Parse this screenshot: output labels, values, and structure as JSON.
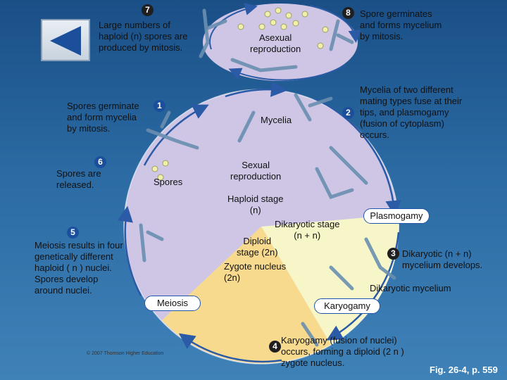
{
  "steps": {
    "s1": {
      "number": "1",
      "lines": [
        "Spores germinate",
        "and form mycelia",
        "by mitosis."
      ]
    },
    "s2": {
      "number": "2",
      "lines": [
        "Mycelia of two different",
        "mating types fuse at their",
        "tips, and plasmogamy",
        "(fusion of cytoplasm)",
        "occurs."
      ]
    },
    "s3": {
      "number": "3",
      "lines": [
        "Dikaryotic (n + n)",
        "mycelium develops."
      ]
    },
    "s4": {
      "number": "4",
      "lines": [
        "Karyogamy (fusion of nuclei)",
        "occurs, forming a diploid (2 n )",
        "zygote nucleus."
      ]
    },
    "s5": {
      "number": "5",
      "lines": [
        "Meiosis results in four",
        "genetically different",
        "haploid ( n ) nuclei.",
        "Spores develop",
        "around nuclei."
      ]
    },
    "s6": {
      "number": "6",
      "lines": [
        "Spores are",
        "released."
      ]
    },
    "s7": {
      "number": "7",
      "lines": [
        "Large numbers of",
        "haploid (n) spores are",
        "produced by mitosis."
      ]
    },
    "s8": {
      "number": "8",
      "lines": [
        "Spore germinates",
        "and forms mycelium",
        "by mitosis."
      ]
    }
  },
  "labels": {
    "asexual": [
      "Asexual",
      "reproduction"
    ],
    "sexual": [
      "Sexual",
      "reproduction"
    ],
    "mycelia": "Mycelia",
    "spores": "Spores",
    "haploid_stage": [
      "Haploid stage",
      "(n)"
    ],
    "dikaryotic_stage": [
      "Dikaryotic stage",
      "(n + n)"
    ],
    "diploid_stage": [
      "Diploid",
      "stage (2n)"
    ],
    "zygote_nucleus": [
      "Zygote nucleus",
      "(2n)"
    ],
    "dikaryotic_mycelium": "Dikaryotic mycelium"
  },
  "pills": {
    "plasmogamy": "Plasmogamy",
    "karyogamy": "Karyogamy",
    "meiosis": "Meiosis"
  },
  "copyright": "© 2007 Thomson Higher Education",
  "figure_caption": "Fig. 26-4, p. 559",
  "colors": {
    "background": "#2b6aa3",
    "haploid_region": "#cfc6e6",
    "dikaryotic_region": "#f7f6c8",
    "diploid_region": "#f8da8f",
    "step_number_dark": "#1f1f1f",
    "step_number_blue": "#1b4f9c",
    "arrow_blue": "#2b5aa6",
    "back_button": "#1b4f9c"
  },
  "navigation": {
    "back_icon": "back-arrow-icon"
  }
}
